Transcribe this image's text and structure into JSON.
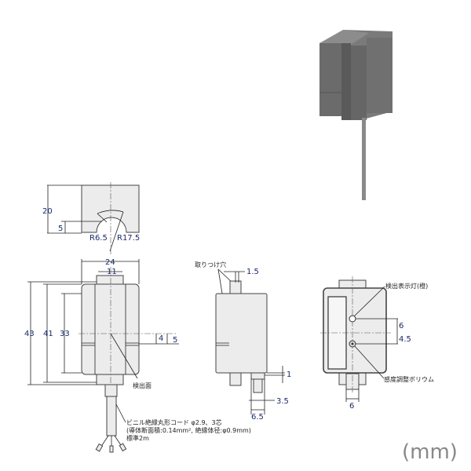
{
  "top_view": {
    "dim_height": "20",
    "dim_notch": "5",
    "radius_inner": "R6.5",
    "radius_outer": "R17.5"
  },
  "front_view": {
    "dim_width": "24",
    "dim_tab": "11",
    "dim_43": "43",
    "dim_41": "41",
    "dim_33": "33",
    "dim_4": "4",
    "dim_5": "5",
    "detection_face_label": "検出面"
  },
  "cable": {
    "line1": "ビニル絶縁丸形コード φ2.9、3芯",
    "line2": "(導体断面積:0.14mm², 絶縁体径:φ0.9mm)",
    "line3": "標準2m"
  },
  "side_view": {
    "mount_hole_label": "取りつけ穴",
    "dim_1_5": "1.5",
    "dim_1": "1",
    "dim_3_5": "3.5",
    "dim_6_5": "6.5"
  },
  "rear_view": {
    "indicator_label": "検出表示灯(橙)",
    "pot_label": "感度調整ボリウム",
    "dim_6": "6",
    "dim_4_5": "4.5",
    "dim_6_bottom": "6"
  },
  "unit_label": "(mm)",
  "colors": {
    "dim_text": "#1a2a6a",
    "body_fill": "#ececec",
    "photo_body": "#6a6a6a"
  }
}
